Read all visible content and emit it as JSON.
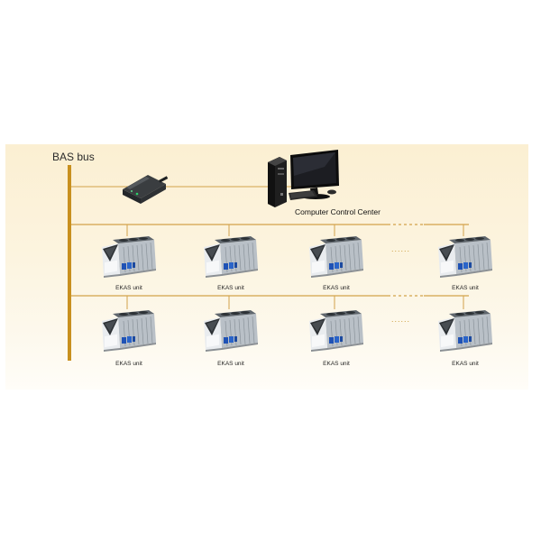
{
  "bus_label": "BAS bus",
  "pc_label": "Computer Control Center",
  "unit_label": "EKAS unit",
  "ellipsis": "......",
  "rows": [
    {
      "units": [
        {
          "label": "EKAS unit"
        },
        {
          "label": "EKAS unit"
        },
        {
          "label": "EKAS unit"
        },
        {
          "label": "EKAS unit"
        }
      ]
    },
    {
      "units": [
        {
          "label": "EKAS unit"
        },
        {
          "label": "EKAS unit"
        },
        {
          "label": "EKAS unit"
        },
        {
          "label": "EKAS unit"
        }
      ]
    }
  ],
  "colors": {
    "bus": "#c8901f",
    "line": "#d2a24a",
    "background": "#fcf3dc"
  }
}
